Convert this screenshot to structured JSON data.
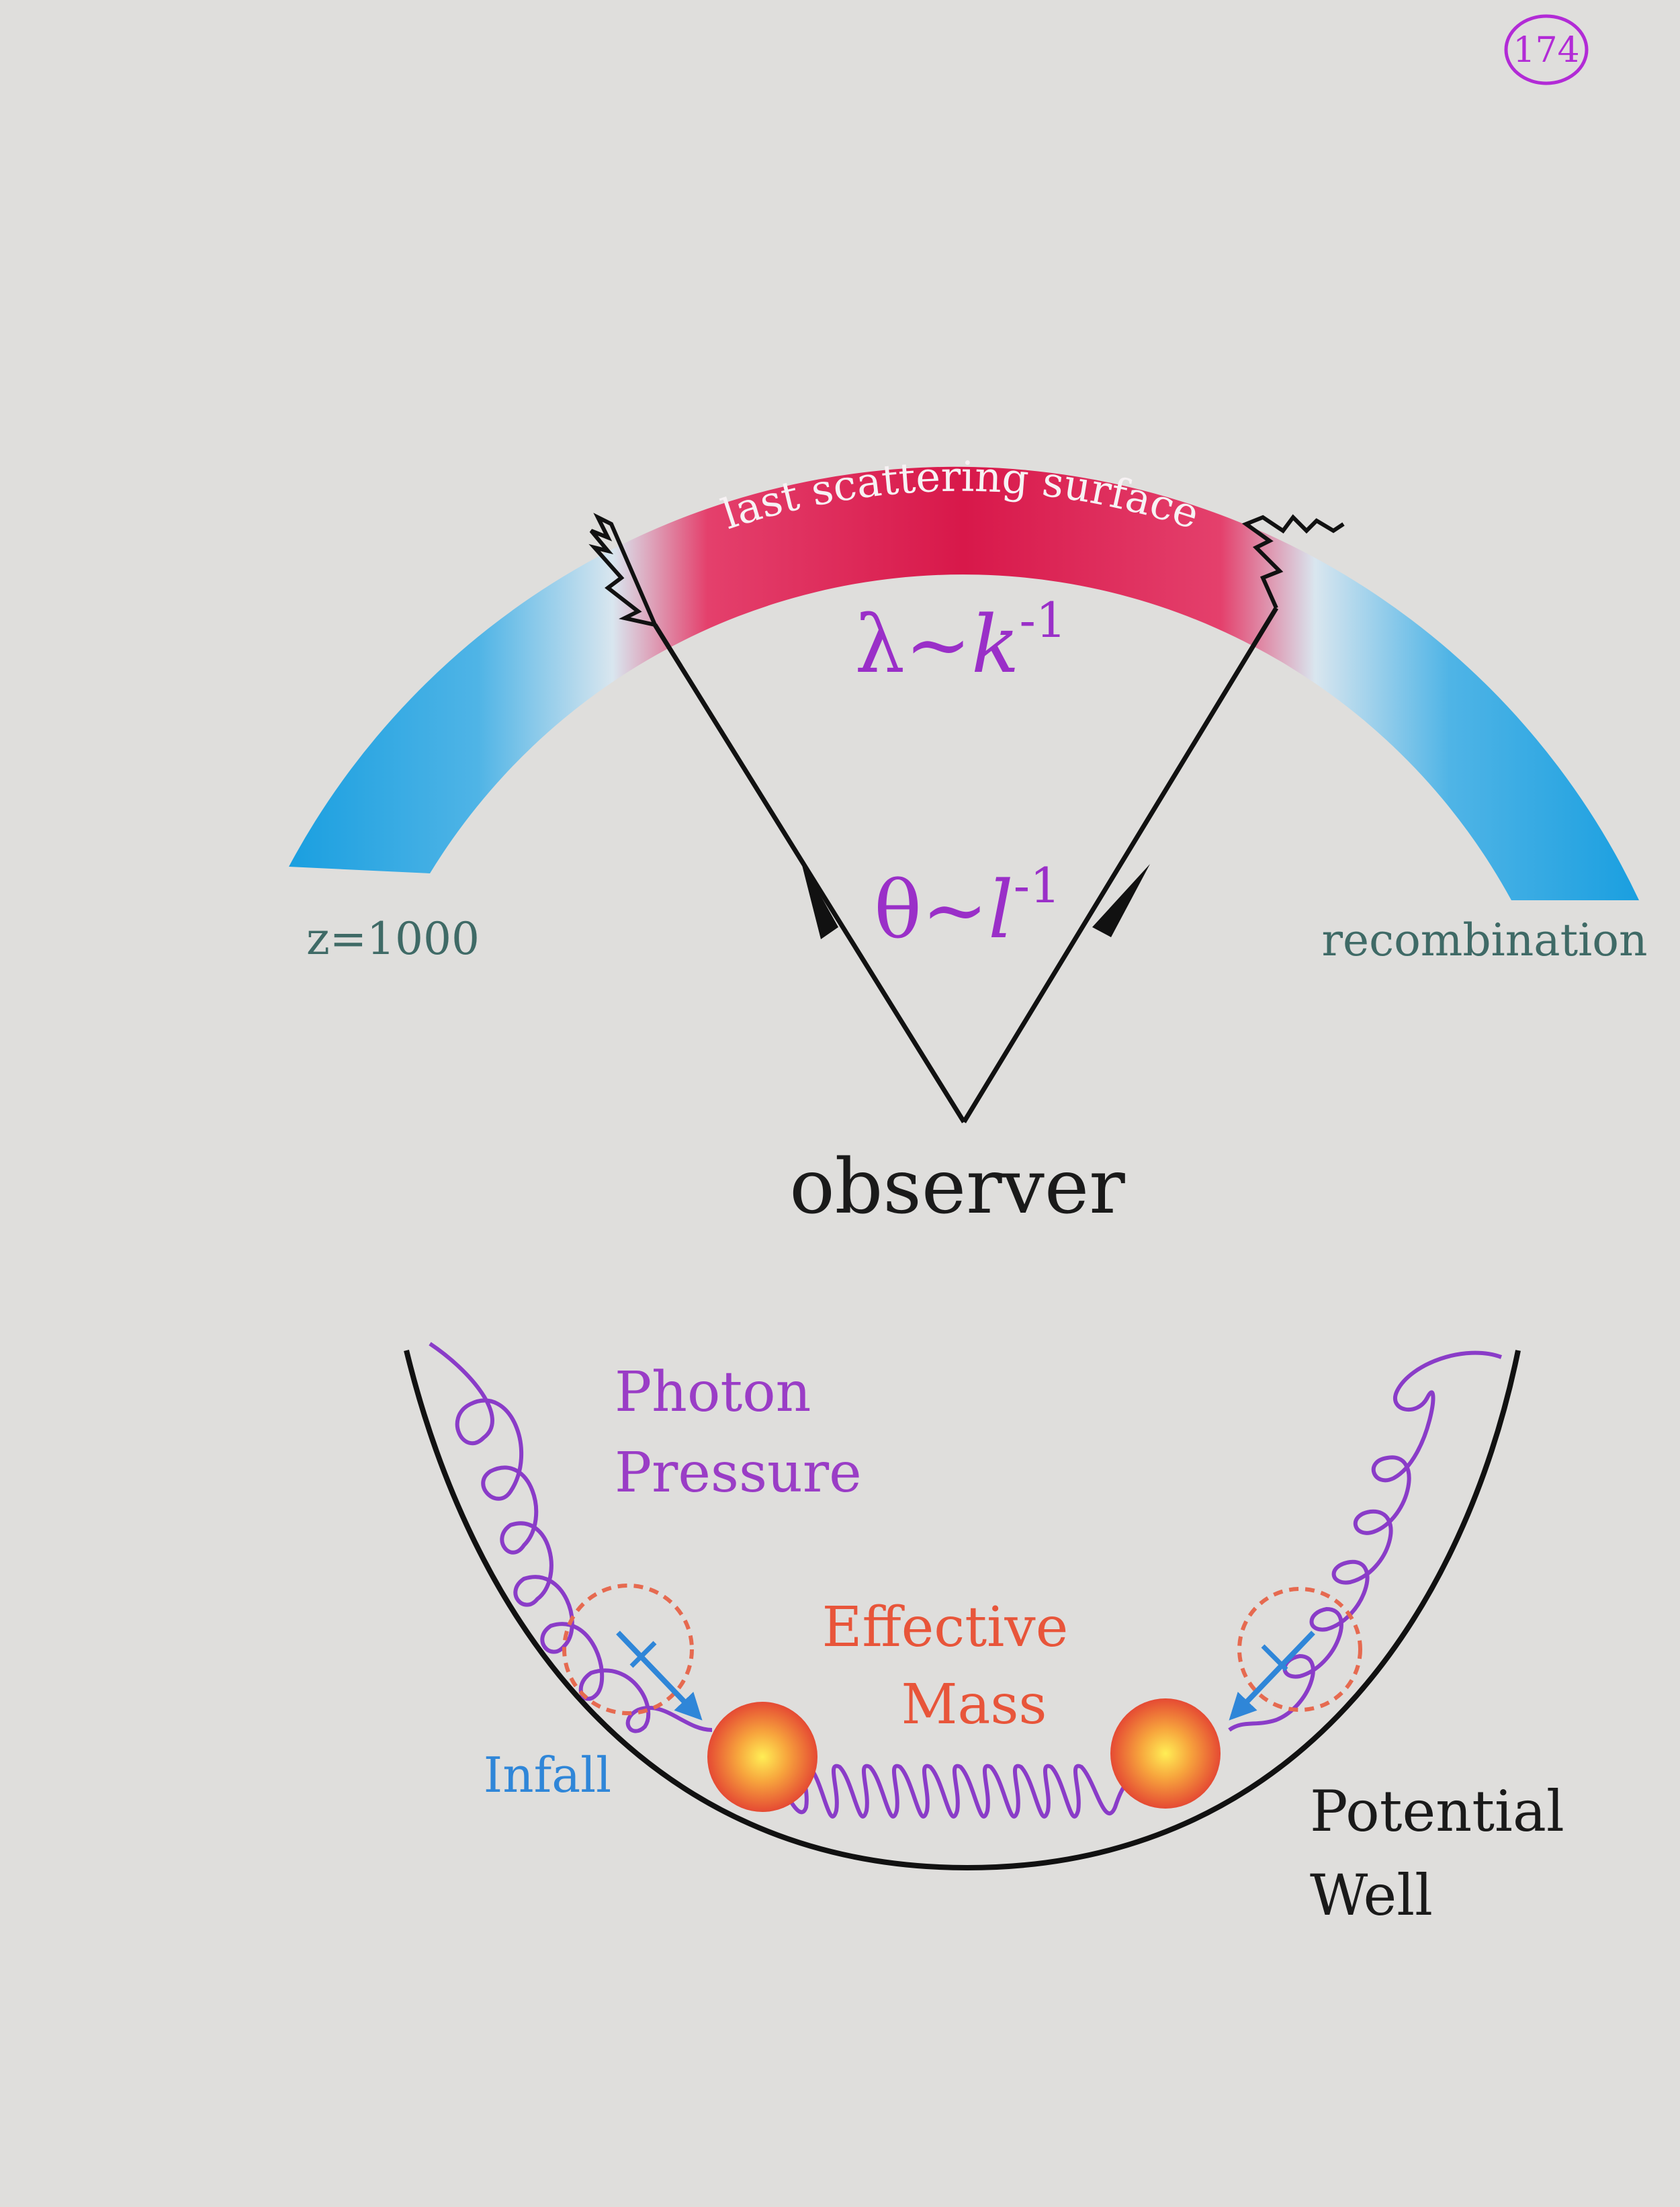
{
  "page_number": "174",
  "top_diagram": {
    "arc_label": "last scattering surface",
    "wavelength_label": {
      "main": "λ~",
      "var": "k",
      "sup": "-1"
    },
    "angle_label": {
      "main": "θ~",
      "var": "l",
      "sup": "-1"
    },
    "redshift_label": "z=1000",
    "epoch_label": "recombination",
    "observer_label": "observer"
  },
  "bottom_diagram": {
    "photon_label_line1": "Photon",
    "photon_label_line2": "Pressure",
    "mass_label_line1": "Effective",
    "mass_label_line2": "Mass",
    "infall_label": "Infall",
    "well_label_line1": "Potential",
    "well_label_line2": "Well"
  },
  "colors": {
    "arc_blue": "#1a9fe0",
    "arc_red": "#d8184a",
    "math_purple": "#9a2fc8",
    "spring_purple": "#8a3cc8",
    "mass_orange": "#e8553a",
    "infall_blue": "#2f86d8",
    "label_teal": "#3f6a66",
    "page_number_magenta": "#b22bd6"
  }
}
